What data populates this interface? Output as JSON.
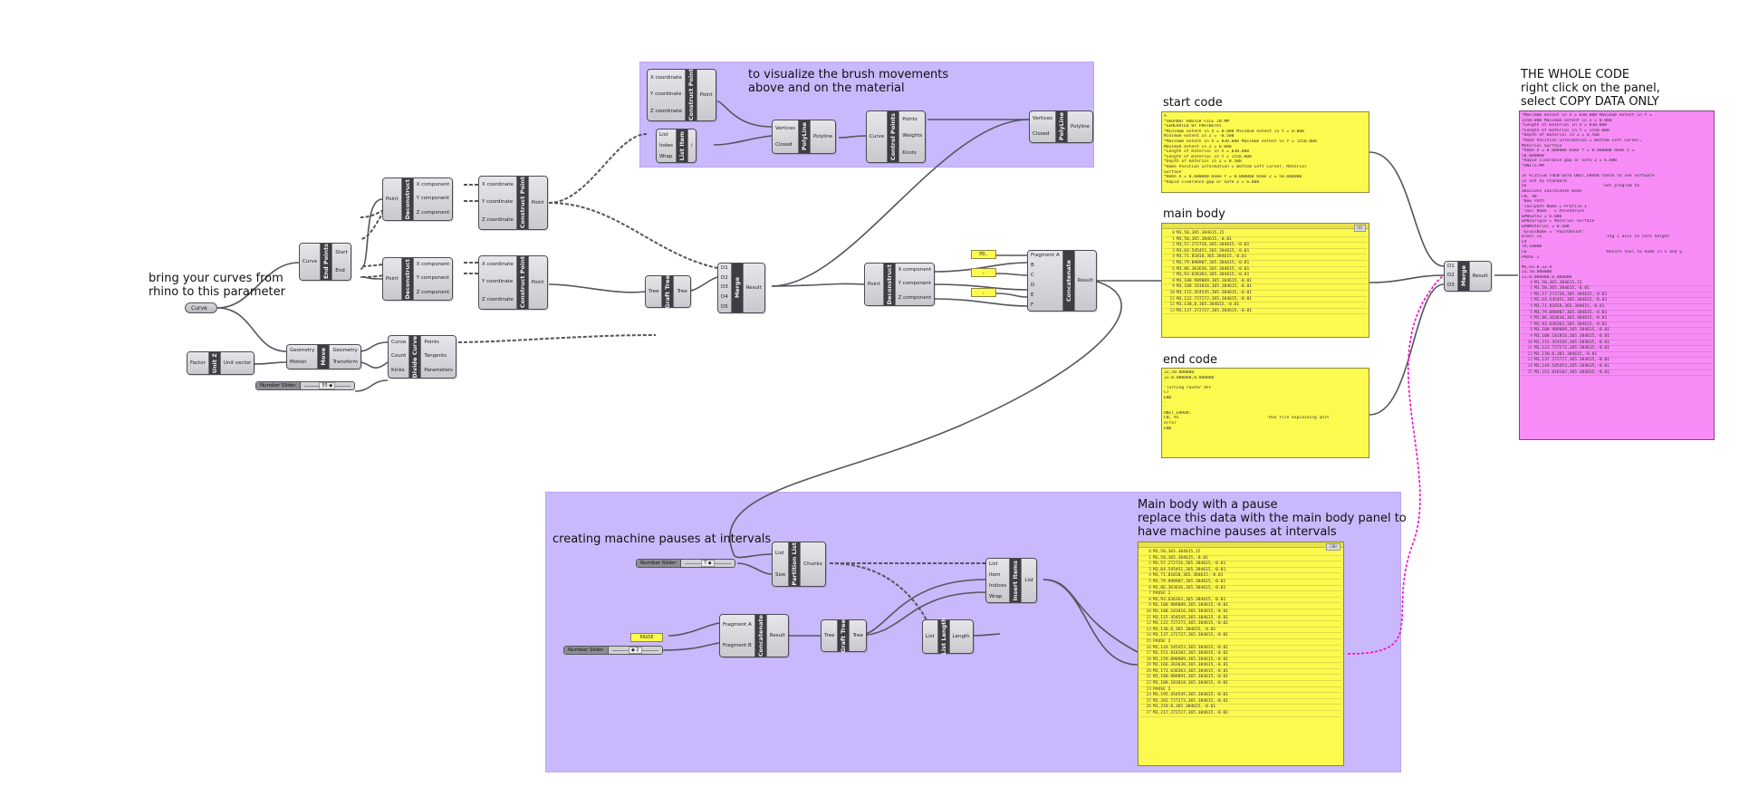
{
  "labels": {
    "bring": "bring your curves from\nrhino to this parameter",
    "visualize": "to visualize the brush movements\nabove and on the material",
    "start_code": "start code",
    "main_body": "main body",
    "end_code": "end code",
    "whole_code": "THE WHOLE CODE\nright click on the panel,\nselect COPY DATA ONLY",
    "pauses": "creating machine pauses at intervals",
    "main_pause": "Main body with a pause\nreplace this data with the main body panel to\nhave machine pauses at intervals"
  },
  "params": {
    "curve": "Curve",
    "pause_text": "PAUSE",
    "m3_text": "M3,",
    "comma1": ",",
    "comma2": ","
  },
  "sliders": {
    "s1": {
      "name": "Number Slider",
      "value": "55 ◆"
    },
    "s2": {
      "name": "Number Slider",
      "value": "7 ◆"
    },
    "s3": {
      "name": "Number Slider",
      "value": "◆ 2"
    }
  },
  "components": {
    "unitz": {
      "title": "Unit Z",
      "ins": [
        "Factor"
      ],
      "outs": [
        "Unit vector"
      ]
    },
    "endpoints": {
      "title": "End Points",
      "ins": [
        "Curve"
      ],
      "outs": [
        "Start",
        "End"
      ]
    },
    "move": {
      "title": "Move",
      "ins": [
        "Geometry",
        "Motion"
      ],
      "outs": [
        "Geometry",
        "Transform"
      ]
    },
    "divide": {
      "title": "Divide Curve",
      "ins": [
        "Curve",
        "Count",
        "Kinks"
      ],
      "outs": [
        "Points",
        "Tangents",
        "Parameters"
      ]
    },
    "decon1": {
      "title": "Deconstruct",
      "ins": [
        "Point"
      ],
      "outs": [
        "X component",
        "Y component",
        "Z component"
      ]
    },
    "decon2": {
      "title": "Deconstruct",
      "ins": [
        "Point"
      ],
      "outs": [
        "X component",
        "Y component",
        "Z component"
      ]
    },
    "cpt1": {
      "title": "Construct Point",
      "ins": [
        "X coordinate",
        "Y coordinate",
        "Z coordinate"
      ],
      "outs": [
        "Point"
      ]
    },
    "cpt2": {
      "title": "Construct Point",
      "ins": [
        "X coordinate",
        "Y coordinate",
        "Z coordinate"
      ],
      "outs": [
        "Point"
      ]
    },
    "cpt3": {
      "title": "Construct Point",
      "ins": [
        "X coordinate",
        "Y coordinate",
        "Z coordinate"
      ],
      "outs": [
        "Point"
      ]
    },
    "listitem": {
      "title": "List Item",
      "ins": [
        "List",
        "Index",
        "Wrap"
      ],
      "outs": [
        "i"
      ]
    },
    "polyline1": {
      "title": "PolyLine",
      "ins": [
        "Vertices",
        "Closed"
      ],
      "outs": [
        "Polyline"
      ]
    },
    "ctrlpts": {
      "title": "Control Points",
      "ins": [
        "Curve"
      ],
      "outs": [
        "Points",
        "Weights",
        "Knots"
      ]
    },
    "polyline2": {
      "title": "PolyLine",
      "ins": [
        "Vertices",
        "Closed"
      ],
      "outs": [
        "Polyline"
      ]
    },
    "graft1": {
      "title": "Graft Tree",
      "ins": [
        "Tree"
      ],
      "outs": [
        "Tree"
      ]
    },
    "merge1": {
      "title": "Merge",
      "ins": [
        "D1",
        "D2",
        "D3",
        "D4",
        "D5"
      ],
      "outs": [
        "Result"
      ]
    },
    "decon3": {
      "title": "Deconstruct",
      "ins": [
        "Point"
      ],
      "outs": [
        "X component",
        "Y component",
        "Z component"
      ]
    },
    "concat1": {
      "title": "Concatenate",
      "ins": [
        "Fragment A",
        "B",
        "C",
        "D",
        "E",
        "F"
      ],
      "outs": [
        "Result"
      ]
    },
    "merge2": {
      "title": "Merge",
      "ins": [
        "D1",
        "D2",
        "D3"
      ],
      "outs": [
        "Result"
      ]
    },
    "partition": {
      "title": "Partition List",
      "ins": [
        "List",
        "Size"
      ],
      "outs": [
        "Chunks"
      ]
    },
    "concat2": {
      "title": "Concatenate",
      "ins": [
        "Fragment A",
        "Fragment B"
      ],
      "outs": [
        "Result"
      ]
    },
    "graft2": {
      "title": "Graft Tree",
      "ins": [
        "Tree"
      ],
      "outs": [
        "Tree"
      ]
    },
    "listlen": {
      "title": "List Length",
      "ins": [
        "List"
      ],
      "outs": [
        "Length"
      ]
    },
    "insert": {
      "title": "Insert Items",
      "ins": [
        "List",
        "Item",
        "Indices",
        "Wrap"
      ],
      "outs": [
        "List"
      ]
    }
  },
  "panels": {
    "start": [
      "%",
      "*SHOPBOT ROUTER FILE IN MM",
      "*GENERATED BY PARTWorks",
      "*Minimum extent in X = 0.000 Minimum extent in Y = 0.000",
      "Minimum extent in Z = -0.500",
      "*Maximum extent in X = 830.000 Maximum extent in Y = 1550.000",
      "Maximum extent in Z = 0.000",
      "*Length of material in X = 830.000",
      "*Length of material in Y = 1550.000",
      "*Depth of material in Z = 0.500",
      "*Home Position Information = Bottom Left Corner, Material",
      "Surface",
      "*Home X = 0.000000 Home Y = 0.000000 Home Z = 50.000000",
      "*Rapid clearance gap or Safe Z = 6.000"
    ],
    "main": [
      "M3,50,365.384615,15",
      "M3,50,365.384615,-0.01",
      "M3,57.272726,365.384615,-0.01",
      "M3,64.545451,365.384615,-0.01",
      "M3,71.81818,365.384615,-0.01",
      "M3,79.090907,365.384615,-0.01",
      "M3,86.363636,365.384615,-0.01",
      "M3,93.636363,365.384615,-0.01",
      "M3,100.909089,365.384615,-0.01",
      "M3,108.181816,365.384615,-0.01",
      "M3,115.454545,365.384615,-0.01",
      "M3,122.727272,365.384615,-0.01",
      "M3,130,0,365.384615,-0.01",
      "M3,137.272727,365.384615,-0.01"
    ],
    "main_count": "(0)",
    "end": [
      "",
      "JZ,50.000000",
      "J2,0.000000,0.000000",
      "'",
      "'Turning router OFF",
      "C7",
      "END",
      "'",
      "'",
      "UNIT_ERROR:",
      "CN, 91                                   'Run file explaining unit",
      "error",
      "END"
    ],
    "whole_head": [
      "*Maximum extent in X = 830.000 Maximum extent in Y =",
      "1550.000 Maximum extent in Z = 0.000",
      "*Length of material in X = 830.000",
      "*Length of material in Y = 1550.000",
      "*Depth of material in Z = 0.500",
      "*Home Position Information = Bottom Left Corner,",
      "Material Surface",
      "*Home X = 0.000000 Home Y = 0.000000 Home Z =",
      "50.000000",
      "*Rapid clearance gap or Safe Z = 6.000",
      "*UNITS:MM",
      "'",
      "IF %(25)=0 THEN GOTO UNIT_ERROR'check to see software",
      "is set to standard",
      "SA                              'Set program to",
      "absolute coordinate mode",
      "CN, 90",
      "'New Path",
      "'Toolpath Name = Profile 1",
      "'Tool Name   = PaintBrush",
      "",
      "&PWSafeZ = 6.000",
      "&PWZorigin = Material Surface",
      "&PWMaterial = 0.500",
      "'&ToolName = \"PaintBrush\"",
      "&Tool =1                         'Jog Z axis to safe height",
      "C9",
      "TR,10000",
      "C6                               'Return tool to home in x and y",
      "PAUSE 2",
      "'",
      "MS,83.8,33.9",
      "JZ,50.000000",
      "J2,0.000000,0.000000"
    ],
    "whole_rows": [
      "M3,50,365.384615,15",
      "M3,50,365.384615,-0.01",
      "M3,57.272726,365.384615,-0.01",
      "M3,64.545451,365.384615,-0.01",
      "M3,71.81818,365.384615,-0.01",
      "M3,79.090907,365.384615,-0.01",
      "M3,86.363636,365.384615,-0.01",
      "M3,93.636363,365.384615,-0.01",
      "M3,100.909089,365.384615,-0.01",
      "M3,108.181816,365.384615,-0.01",
      "M3,115.454545,365.384615,-0.01",
      "M3,122.727272,365.384615,-0.01",
      "M3,130,0,365.384615,-0.01",
      "M3,137.272727,365.384615,-0.01",
      "M3,144.545453,365.384615,-0.01",
      "M3,151.818182,365.384615,-0.01"
    ],
    "pause_count": "(30)",
    "pause_rows": [
      "M3,50,365.384615,15",
      "M3,50,365.384615,-0.01",
      "M3,57.272726,365.384615,-0.01",
      "M3,64.545451,365.384615,-0.01",
      "M3,71.81818,365.384615,-0.01",
      "M3,79.090907,365.384615,-0.01",
      "M3,86.363636,365.384615,-0.01",
      "PAUSE 2",
      "M3,93.636363,365.384615,-0.01",
      "M3,100.909089,365.384615,-0.01",
      "M3,108.181816,365.384615,-0.01",
      "M3,115.454545,365.384615,-0.01",
      "M3,122.727272,365.384615,-0.01",
      "M3,130,0,365.384615,-0.01",
      "M3,137.272727,365.384615,-0.01",
      "PAUSE 2",
      "M3,144.545453,365.384615,-0.01",
      "M3,151.818182,365.384615,-0.01",
      "M3,159.090909,365.384615,-0.01",
      "M3,166.363636,365.384615,-0.01",
      "M3,173.636363,365.384615,-0.01",
      "M3,180.909091,365.384615,-0.01",
      "M3,188.181818,365.384615,-0.01",
      "PAUSE 2",
      "M3,195.454545,365.384615,-0.01",
      "M3,202.727273,365.384615,-0.01",
      "M3,210.0,365.384615,-0.01",
      "M3,217.272727,365.384615,-0.01"
    ]
  }
}
